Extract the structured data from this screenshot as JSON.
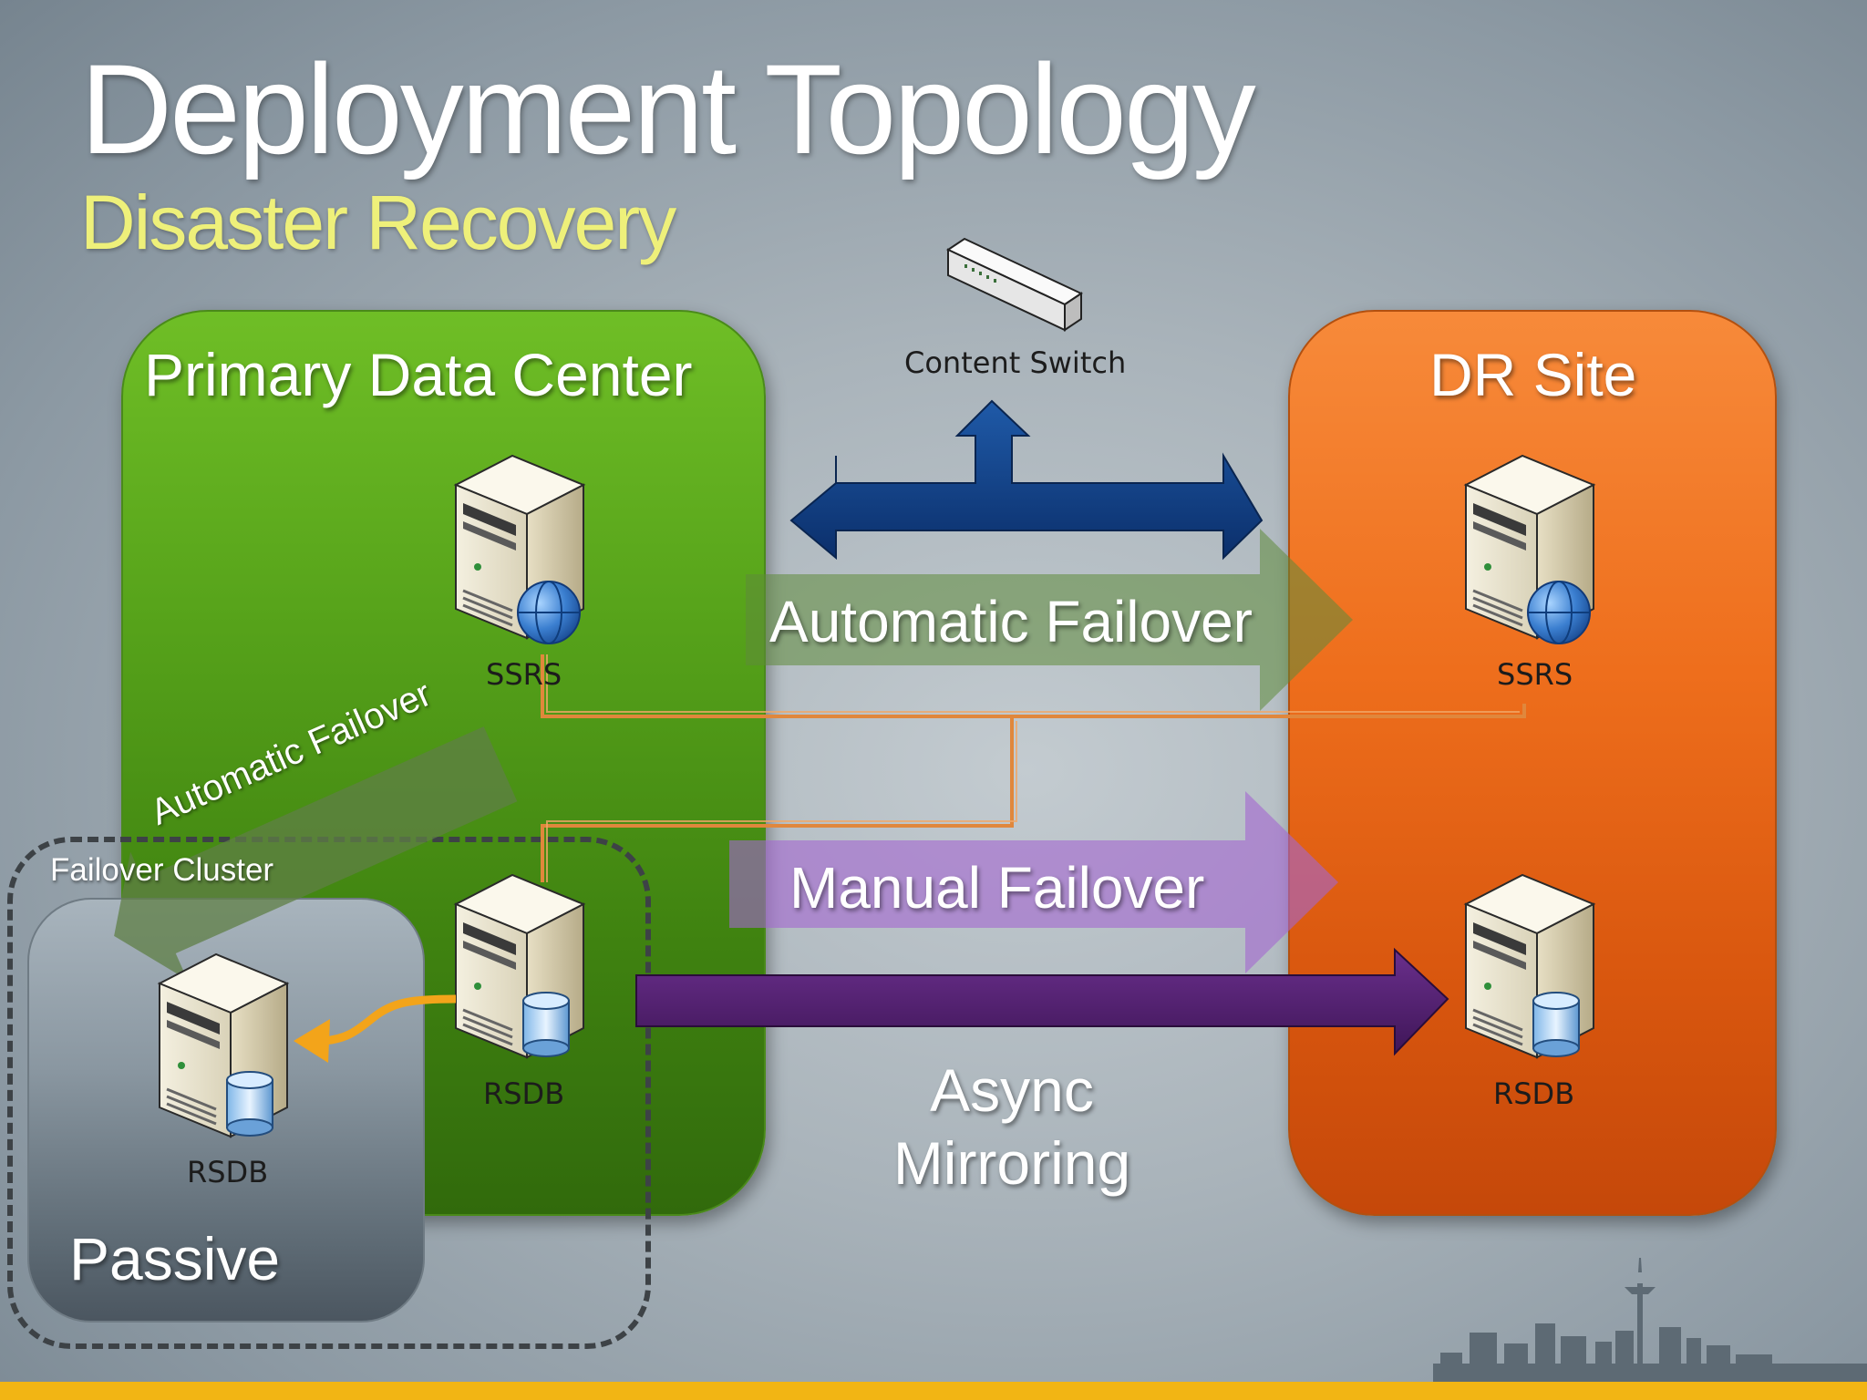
{
  "slide": {
    "title": "Deployment Topology",
    "subtitle": "Disaster Recovery"
  },
  "primary": {
    "title": "Primary Data Center"
  },
  "dr": {
    "title": "DR Site"
  },
  "passive": {
    "title": "Passive"
  },
  "cluster": {
    "label": "Failover Cluster"
  },
  "switch": {
    "label": "Content Switch"
  },
  "servers": {
    "primary_ssrs": "SSRS",
    "primary_rsdb": "RSDB",
    "passive_rsdb": "RSDB",
    "dr_ssrs": "SSRS",
    "dr_rsdb": "RSDB"
  },
  "arrows": {
    "automatic_failover": "Automatic Failover",
    "manual_failover": "Manual Failover",
    "cluster_failover": "Automatic Failover",
    "async_line1": "Async",
    "async_line2": "Mirroring"
  },
  "colors": {
    "primary": "#56a21a",
    "dr": "#ee6e1c",
    "passive": "#8a97a1",
    "title_accent": "#eef07a",
    "bottom_bar": "#f2b514"
  }
}
